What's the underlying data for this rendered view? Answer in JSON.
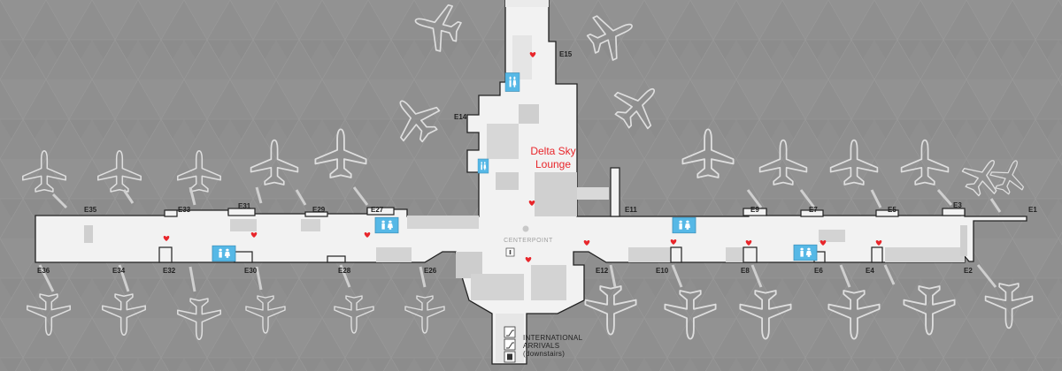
{
  "map": {
    "lounge_line1": "Delta Sky",
    "lounge_line2": "Lounge",
    "centerpoint": "CENTERPOINT",
    "intl_line1": "INTERNATIONAL",
    "intl_line2": "ARRIVALS",
    "intl_line3": "(downstairs)",
    "colors": {
      "background": "#8f8f8f",
      "concourse": "#f2f2f2",
      "restroom": "#56b8e6",
      "heart": "#e8262b",
      "lounge_text": "#e8262b"
    },
    "icons": [
      "restroom-icon",
      "aed-heart-icon",
      "elevator-icon",
      "airplane-icon",
      "escalator-icon",
      "info-icon"
    ]
  },
  "gates": {
    "E1": "E1",
    "E2": "E2",
    "E3": "E3",
    "E4": "E4",
    "E5": "E5",
    "E6": "E6",
    "E7": "E7",
    "E8": "E8",
    "E9": "E9",
    "E10": "E10",
    "E11": "E11",
    "E12": "E12",
    "E14": "E14",
    "E15": "E15",
    "E26": "E26",
    "E27": "E27",
    "E28": "E28",
    "E29": "E29",
    "E30": "E30",
    "E31": "E31",
    "E32": "E32",
    "E33": "E33",
    "E34": "E34",
    "E35": "E35",
    "E36": "E36"
  }
}
